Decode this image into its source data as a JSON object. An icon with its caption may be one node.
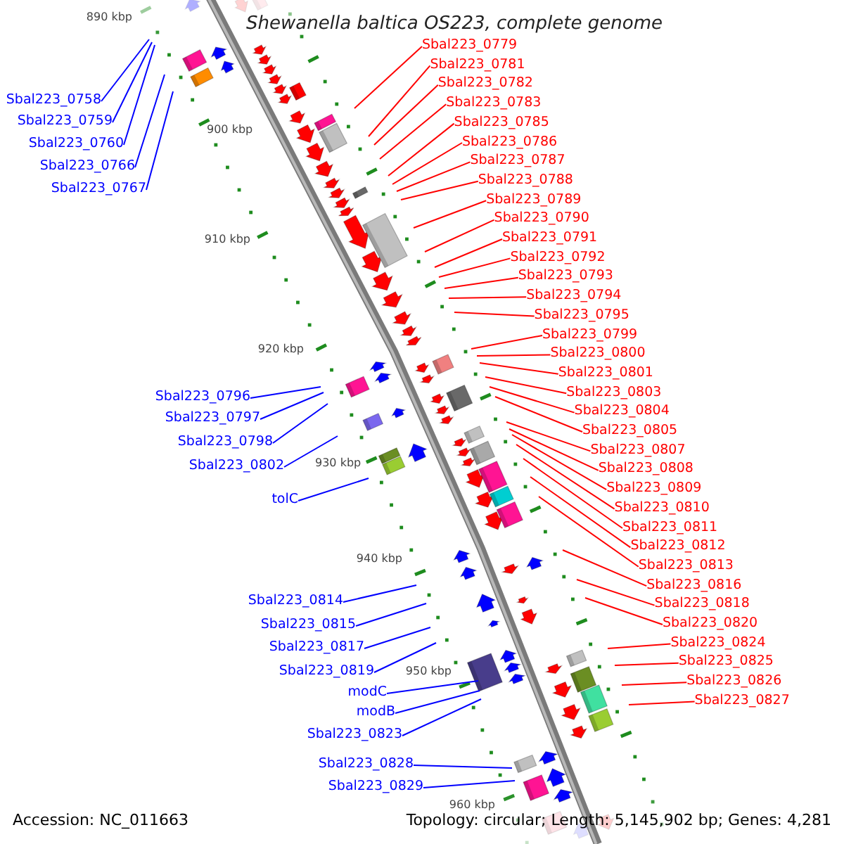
{
  "diagram": {
    "title": "Shewanella baltica OS223, complete genome",
    "nodes": [
      {
        "text": [
          "Sbal223_0758"
        ]
      },
      {
        "text": [
          "Sbal223_0759"
        ]
      },
      {
        "text": [
          "Sbal223_0760"
        ]
      },
      {
        "text": [
          "Sbal223_0766"
        ]
      },
      {
        "text": [
          "Sbal223_0767"
        ]
      },
      {
        "text": [
          "Sbal223_0796"
        ]
      },
      {
        "text": [
          "Sbal223_0797"
        ]
      },
      {
        "text": [
          "Sbal223_0798"
        ]
      },
      {
        "text": [
          "Sbal223_0802"
        ]
      },
      {
        "text": [
          "tolC"
        ]
      },
      {
        "text": [
          "Sbal223_0814"
        ]
      },
      {
        "text": [
          "Sbal223_0815"
        ]
      },
      {
        "text": [
          "Sbal223_0817"
        ]
      },
      {
        "text": [
          "Sbal223_0819"
        ]
      },
      {
        "text": [
          "modC"
        ]
      },
      {
        "text": [
          "modB"
        ]
      },
      {
        "text": [
          "Sbal223_0823"
        ]
      },
      {
        "text": [
          "Sbal223_0828"
        ]
      },
      {
        "text": [
          "Sbal223_0829"
        ]
      },
      {
        "text": [
          "Sbal223_0779"
        ]
      },
      {
        "text": [
          "Sbal223_0781"
        ]
      },
      {
        "text": [
          "Sbal223_0782"
        ]
      },
      {
        "text": [
          "Sbal223_0783"
        ]
      },
      {
        "text": [
          "Sbal223_0785"
        ]
      },
      {
        "text": [
          "Sbal223_0786"
        ]
      },
      {
        "text": [
          "Sbal223_0787"
        ]
      },
      {
        "text": [
          "Sbal223_0788"
        ]
      },
      {
        "text": [
          "Sbal223_0789"
        ]
      },
      {
        "text": [
          "Sbal223_0790"
        ]
      },
      {
        "text": [
          "Sbal223_0791"
        ]
      },
      {
        "text": [
          "Sbal223_0792"
        ]
      },
      {
        "text": [
          "Sbal223_0793"
        ]
      },
      {
        "text": [
          "Sbal223_0794"
        ]
      },
      {
        "text": [
          "Sbal223_0795"
        ]
      },
      {
        "text": [
          "Sbal223_0799"
        ]
      },
      {
        "text": [
          "Sbal223_0800"
        ]
      },
      {
        "text": [
          "Sbal223_0801"
        ]
      },
      {
        "text": [
          "Sbal223_0803"
        ]
      },
      {
        "text": [
          "Sbal223_0804"
        ]
      },
      {
        "text": [
          "Sbal223_0805"
        ]
      },
      {
        "text": [
          "Sbal223_0807"
        ]
      },
      {
        "text": [
          "Sbal223_0808"
        ]
      },
      {
        "text": [
          "Sbal223_0809"
        ]
      },
      {
        "text": [
          "Sbal223_0810"
        ]
      },
      {
        "text": [
          "Sbal223_0811"
        ]
      },
      {
        "text": [
          "Sbal223_0812"
        ]
      },
      {
        "text": [
          "Sbal223_0813"
        ]
      },
      {
        "text": [
          "Sbal223_0816"
        ]
      },
      {
        "text": [
          "Sbal223_0818"
        ]
      },
      {
        "text": [
          "Sbal223_0820"
        ]
      },
      {
        "text": [
          "Sbal223_0824"
        ]
      },
      {
        "text": [
          "Sbal223_0825"
        ]
      },
      {
        "text": [
          "Sbal223_0826"
        ]
      },
      {
        "text": [
          "Sbal223_0827"
        ]
      }
    ],
    "edges": [
      {
        "from": 0,
        "to": null,
        "arrow": "none",
        "color": "#0000ff"
      },
      {
        "from": 1,
        "to": null,
        "arrow": "none",
        "color": "#0000ff"
      },
      {
        "from": 2,
        "to": null,
        "arrow": "none",
        "color": "#0000ff"
      },
      {
        "from": 3,
        "to": null,
        "arrow": "none",
        "color": "#0000ff"
      },
      {
        "from": 4,
        "to": null,
        "arrow": "none",
        "color": "#0000ff"
      },
      {
        "from": 5,
        "to": null,
        "arrow": "none",
        "color": "#0000ff"
      },
      {
        "from": 6,
        "to": null,
        "arrow": "none",
        "color": "#0000ff"
      },
      {
        "from": 7,
        "to": null,
        "arrow": "none",
        "color": "#0000ff"
      },
      {
        "from": 8,
        "to": null,
        "arrow": "none",
        "color": "#0000ff"
      },
      {
        "from": 9,
        "to": null,
        "arrow": "none",
        "color": "#0000ff"
      },
      {
        "from": 10,
        "to": null,
        "arrow": "none",
        "color": "#0000ff"
      },
      {
        "from": 11,
        "to": null,
        "arrow": "none",
        "color": "#0000ff"
      },
      {
        "from": 12,
        "to": null,
        "arrow": "none",
        "color": "#0000ff"
      },
      {
        "from": 13,
        "to": null,
        "arrow": "none",
        "color": "#0000ff"
      },
      {
        "from": 14,
        "to": null,
        "arrow": "none",
        "color": "#0000ff"
      },
      {
        "from": 15,
        "to": null,
        "arrow": "none",
        "color": "#0000ff"
      },
      {
        "from": 16,
        "to": null,
        "arrow": "none",
        "color": "#0000ff"
      },
      {
        "from": 17,
        "to": null,
        "arrow": "none",
        "color": "#0000ff"
      },
      {
        "from": 18,
        "to": null,
        "arrow": "none",
        "color": "#0000ff"
      },
      {
        "from": 19,
        "to": null,
        "arrow": "none"
      },
      {
        "from": 20,
        "to": null,
        "arrow": "none"
      },
      {
        "from": 21,
        "to": null,
        "arrow": "none"
      },
      {
        "from": 22,
        "to": null,
        "arrow": "none"
      },
      {
        "from": 23,
        "to": null,
        "arrow": "none"
      },
      {
        "from": 24,
        "to": null,
        "arrow": "none"
      },
      {
        "from": 25,
        "to": null,
        "arrow": "none"
      },
      {
        "from": 26,
        "to": null,
        "arrow": "none"
      },
      {
        "from": 27,
        "to": null,
        "arrow": "none"
      },
      {
        "from": 28,
        "to": null,
        "arrow": "none"
      },
      {
        "from": 29,
        "to": null,
        "arrow": "none"
      },
      {
        "from": 30,
        "to": null,
        "arrow": "none"
      },
      {
        "from": 31,
        "to": null,
        "arrow": "none"
      },
      {
        "from": 32,
        "to": null,
        "arrow": "none"
      },
      {
        "from": 33,
        "to": null,
        "arrow": "none"
      },
      {
        "from": 34,
        "to": null,
        "arrow": "none"
      },
      {
        "from": 35,
        "to": null,
        "arrow": "none"
      },
      {
        "from": 36,
        "to": null,
        "arrow": "none"
      },
      {
        "from": 37,
        "to": null,
        "arrow": "none"
      },
      {
        "from": 38,
        "to": null,
        "arrow": "none"
      },
      {
        "from": 39,
        "to": null,
        "arrow": "none"
      },
      {
        "from": 40,
        "to": null,
        "arrow": "none"
      },
      {
        "from": 41,
        "to": null,
        "arrow": "none"
      },
      {
        "from": 42,
        "to": null,
        "arrow": "none"
      },
      {
        "from": 43,
        "to": null,
        "arrow": "none"
      },
      {
        "from": 44,
        "to": null,
        "arrow": "none"
      },
      {
        "from": 45,
        "to": null,
        "arrow": "none"
      },
      {
        "from": 46,
        "to": null,
        "arrow": "none"
      },
      {
        "from": 47,
        "to": null,
        "arrow": "none"
      },
      {
        "from": 48,
        "to": null,
        "arrow": "none"
      },
      {
        "from": 49,
        "to": null,
        "arrow": "none"
      },
      {
        "from": 50,
        "to": null,
        "arrow": "none"
      },
      {
        "from": 51,
        "to": null,
        "arrow": "none"
      },
      {
        "from": 52,
        "to": null,
        "arrow": "none"
      },
      {
        "from": 53,
        "to": null,
        "arrow": "none"
      }
    ],
    "labels": [
      "890 kbp",
      "900 kbp",
      "910 kbp",
      "920 kbp",
      "930 kbp",
      "940 kbp",
      "950 kbp",
      "960 kbp",
      "Accession: NC_011663",
      "Topology: circular; Length: 5,145,902 bp; Genes: 4,281"
    ]
  }
}
